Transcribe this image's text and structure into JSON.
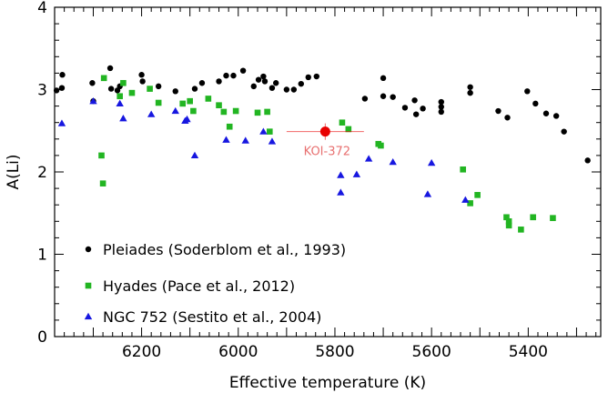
{
  "chart_data": {
    "type": "scatter",
    "title": "",
    "xlabel": "Effective temperature (K)",
    "ylabel": "A(Li)",
    "xlim": [
      6380,
      5250
    ],
    "ylim": [
      0,
      4
    ],
    "x_reversed": true,
    "x_ticks": [
      6200,
      6000,
      5800,
      5600,
      5400
    ],
    "y_ticks": [
      0,
      1,
      2,
      3,
      4
    ],
    "grid": false,
    "legend_placement": "bottom-left",
    "series": [
      {
        "name": "Pleiades (Soderblom et al., 1993)",
        "marker": "circle",
        "color": "#000000",
        "points": [
          [
            6376,
            2.99
          ],
          [
            6364,
            3.18
          ],
          [
            6365,
            3.02
          ],
          [
            6302,
            3.08
          ],
          [
            6300,
            2.86
          ],
          [
            6265,
            3.26
          ],
          [
            6263,
            3.01
          ],
          [
            6250,
            2.99
          ],
          [
            6245,
            3.04
          ],
          [
            6200,
            3.18
          ],
          [
            6198,
            3.1
          ],
          [
            6165,
            3.04
          ],
          [
            6130,
            2.98
          ],
          [
            6090,
            3.01
          ],
          [
            6075,
            3.08
          ],
          [
            6040,
            3.1
          ],
          [
            6025,
            3.17
          ],
          [
            6010,
            3.17
          ],
          [
            5990,
            3.23
          ],
          [
            5968,
            3.04
          ],
          [
            5958,
            3.12
          ],
          [
            5948,
            3.16
          ],
          [
            5945,
            3.1
          ],
          [
            5930,
            3.02
          ],
          [
            5922,
            3.08
          ],
          [
            5900,
            3.0
          ],
          [
            5885,
            3.0
          ],
          [
            5870,
            3.07
          ],
          [
            5855,
            3.15
          ],
          [
            5838,
            3.16
          ],
          [
            5738,
            2.89
          ],
          [
            5700,
            3.14
          ],
          [
            5700,
            2.92
          ],
          [
            5680,
            2.91
          ],
          [
            5655,
            2.78
          ],
          [
            5635,
            2.87
          ],
          [
            5632,
            2.7
          ],
          [
            5618,
            2.77
          ],
          [
            5580,
            2.85
          ],
          [
            5580,
            2.79
          ],
          [
            5580,
            2.73
          ],
          [
            5520,
            3.03
          ],
          [
            5520,
            2.96
          ],
          [
            5462,
            2.74
          ],
          [
            5443,
            2.66
          ],
          [
            5402,
            2.98
          ],
          [
            5385,
            2.83
          ],
          [
            5363,
            2.71
          ],
          [
            5342,
            2.68
          ],
          [
            5326,
            2.49
          ],
          [
            5277,
            2.14
          ]
        ]
      },
      {
        "name": "Hyades (Pace et al., 2012)",
        "marker": "square",
        "color": "#22b522",
        "points": [
          [
            6278,
            3.14
          ],
          [
            6283,
            2.2
          ],
          [
            6280,
            1.86
          ],
          [
            6245,
            2.92
          ],
          [
            6238,
            3.08
          ],
          [
            6220,
            2.96
          ],
          [
            6183,
            3.01
          ],
          [
            6165,
            2.84
          ],
          [
            6115,
            2.83
          ],
          [
            6100,
            2.86
          ],
          [
            6093,
            2.74
          ],
          [
            6062,
            2.89
          ],
          [
            6040,
            2.81
          ],
          [
            6030,
            2.73
          ],
          [
            6018,
            2.55
          ],
          [
            6005,
            2.74
          ],
          [
            5960,
            2.72
          ],
          [
            5940,
            2.73
          ],
          [
            5935,
            2.49
          ],
          [
            5785,
            2.6
          ],
          [
            5772,
            2.52
          ],
          [
            5710,
            2.34
          ],
          [
            5705,
            2.32
          ],
          [
            5535,
            2.03
          ],
          [
            5520,
            1.62
          ],
          [
            5505,
            1.72
          ],
          [
            5445,
            1.45
          ],
          [
            5440,
            1.35
          ],
          [
            5440,
            1.4
          ],
          [
            5415,
            1.3
          ],
          [
            5390,
            1.45
          ],
          [
            5349,
            1.44
          ]
        ]
      },
      {
        "name": "NGC 752 (Sestito et al., 2004)",
        "marker": "triangle",
        "color": "#1717e0",
        "points": [
          [
            6365,
            2.59
          ],
          [
            6300,
            2.86
          ],
          [
            6245,
            2.83
          ],
          [
            6238,
            2.65
          ],
          [
            6180,
            2.7
          ],
          [
            6130,
            2.74
          ],
          [
            6110,
            2.62
          ],
          [
            6106,
            2.64
          ],
          [
            6090,
            2.2
          ],
          [
            6025,
            2.39
          ],
          [
            5985,
            2.38
          ],
          [
            5948,
            2.49
          ],
          [
            5930,
            2.37
          ],
          [
            5788,
            1.96
          ],
          [
            5788,
            1.75
          ],
          [
            5755,
            1.97
          ],
          [
            5730,
            2.16
          ],
          [
            5680,
            2.12
          ],
          [
            5608,
            1.73
          ],
          [
            5600,
            2.11
          ],
          [
            5530,
            1.66
          ]
        ]
      }
    ],
    "highlighted_point": {
      "label": "KOI-372",
      "x": 5820,
      "y": 2.49,
      "x_error": 80,
      "y_error": 0.1,
      "color": "#e80000",
      "label_color": "#e87070"
    }
  }
}
